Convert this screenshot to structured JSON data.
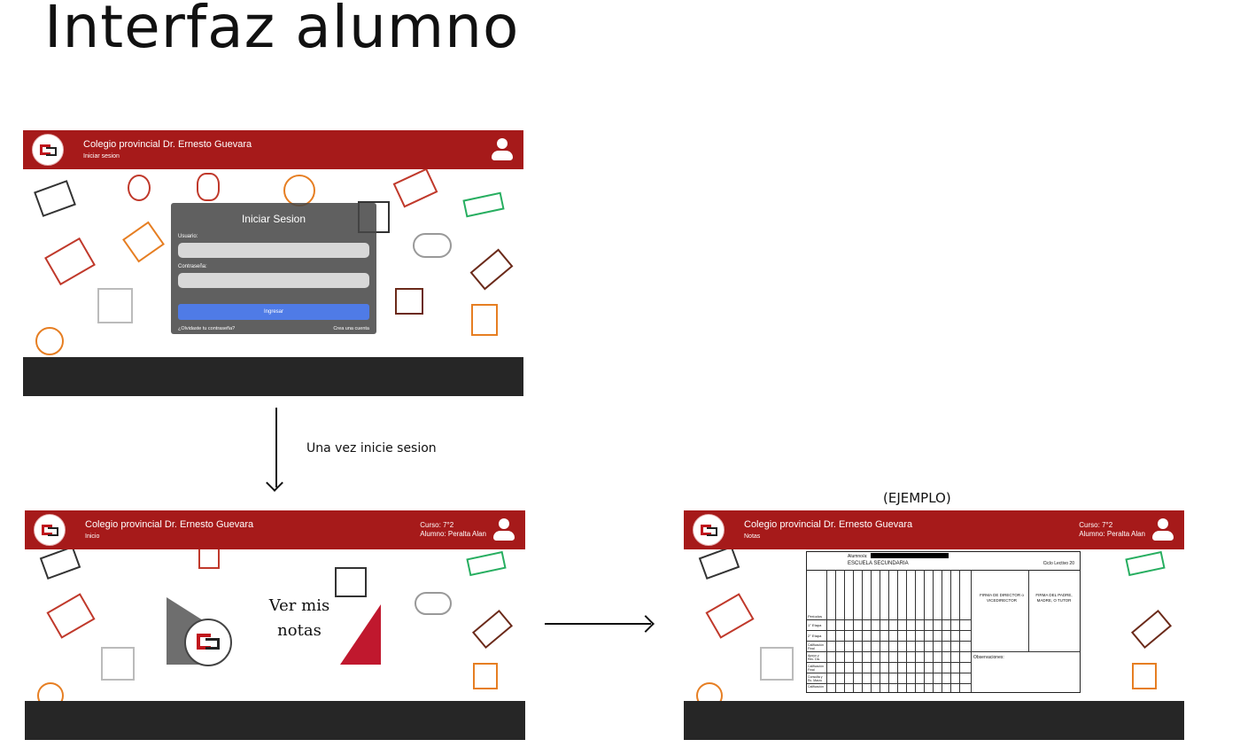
{
  "page_title": "Interfaz alumno",
  "colors": {
    "header_red": "#a61a1a",
    "footer_dark": "#262626",
    "login_button": "#4f7be6"
  },
  "school_name": "Colegio provincial Dr. Ernesto Guevara",
  "screen1": {
    "subtitle": "Iniciar sesion",
    "login": {
      "title": "Iniciar Sesion",
      "user_label": "Usuario:",
      "password_label": "Contraseña:",
      "submit_label": "Ingresar",
      "forgot_link": "¿Olvidaste tu contraseña?",
      "create_link": "Crea una cuenta"
    }
  },
  "arrow_note": "Una vez inicie sesion",
  "screen2": {
    "subtitle": "Inicio",
    "course": "Curso: 7°2",
    "student": "Alumno: Peralta Alan",
    "card_label_line1": "Ver mis",
    "card_label_line2": "notas"
  },
  "example_caption": "(EJEMPLO)",
  "screen3": {
    "subtitle": "Notas",
    "course": "Curso: 7°2",
    "student": "Alumno: Peralta Alan",
    "report": {
      "alumno_label": "Alumno/a:",
      "school": "ESCUELA SECUNDARIA",
      "cycle": "Ciclo Lectivo 20",
      "periods": [
        "Períodos",
        "1° Etapa",
        "2° Etapa",
        "Calificación Final",
        "Apoyo y Rec. Dic.",
        "Calificación Final",
        "Consulta y Rc. Marzo",
        "Calificación"
      ],
      "sign_director": "FIRMA DE DIRECTOR o VICEDIRECTOR",
      "sign_parent": "FIRMA DEL PADRE, MADRE, O TUTOR",
      "observations": "Observaciones:"
    }
  }
}
